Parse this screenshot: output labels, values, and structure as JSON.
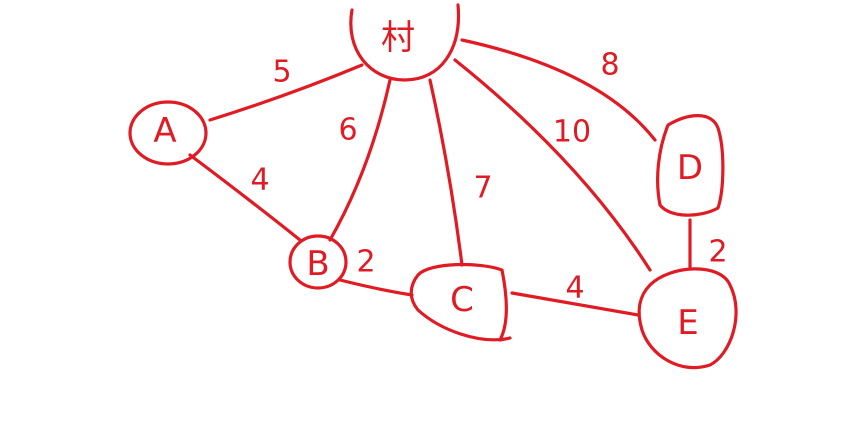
{
  "graph": {
    "color": "#e01b24",
    "nodes": [
      {
        "id": "S",
        "label": "村"
      },
      {
        "id": "A",
        "label": "A"
      },
      {
        "id": "B",
        "label": "B"
      },
      {
        "id": "C",
        "label": "C"
      },
      {
        "id": "D",
        "label": "D"
      },
      {
        "id": "E",
        "label": "E"
      }
    ],
    "edges": [
      {
        "from": "S",
        "to": "A",
        "weight": "5"
      },
      {
        "from": "S",
        "to": "B",
        "weight": "6"
      },
      {
        "from": "S",
        "to": "C",
        "weight": "7"
      },
      {
        "from": "S",
        "to": "E",
        "weight": "10"
      },
      {
        "from": "S",
        "to": "D",
        "weight": "8"
      },
      {
        "from": "A",
        "to": "B",
        "weight": "4"
      },
      {
        "from": "B",
        "to": "C",
        "weight": "2"
      },
      {
        "from": "C",
        "to": "E",
        "weight": "4"
      },
      {
        "from": "D",
        "to": "E",
        "weight": "2"
      }
    ]
  }
}
